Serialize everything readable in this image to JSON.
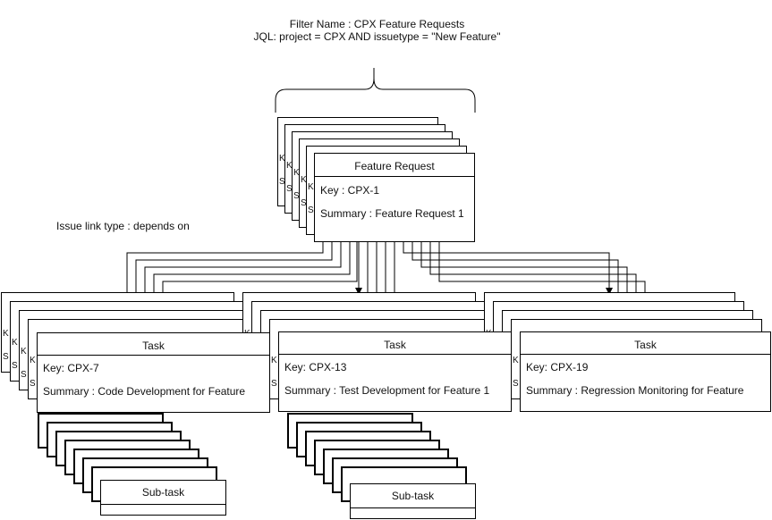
{
  "filter": {
    "name_line": "Filter Name : CPX Feature Requests",
    "jql_line": "JQL: project = CPX AND issuetype = \"New Feature\""
  },
  "link_type_label": "Issue link type : depends on",
  "feature_request": {
    "title": "Feature Request",
    "key": "Key : CPX-1",
    "summary": "Summary : Feature Request 1"
  },
  "tasks": [
    {
      "title": "Task",
      "key": "Key: CPX-7",
      "summary": "Summary : Code Development for Feature"
    },
    {
      "title": "Task",
      "key": "Key: CPX-13",
      "summary": "Summary : Test Development for Feature 1"
    },
    {
      "title": "Task",
      "key": "Key: CPX-19",
      "summary": "Summary : Regression Monitoring for Feature"
    }
  ],
  "subtask_label": "Sub-task",
  "stack_glyphs": [
    "K",
    "S"
  ]
}
